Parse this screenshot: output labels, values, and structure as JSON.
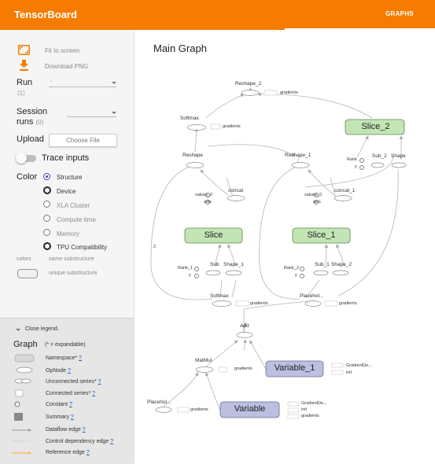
{
  "header": {
    "app_title": "TensorBoard",
    "tab_graphs": "GRAPHS"
  },
  "sidebar": {
    "fit_to_screen": "Fit to screen",
    "download_png": "Download PNG",
    "run_label": "Run",
    "run_count": "(1)",
    "run_value": ".",
    "session_runs_label_1": "Session",
    "session_runs_label_2": "runs",
    "session_runs_count": "(0)",
    "upload_label": "Upload",
    "choose_file": "Choose File",
    "trace_inputs": "Trace inputs",
    "color_label": "Color",
    "color_options": [
      "Structure",
      "Device",
      "XLA Cluster",
      "Compute time",
      "Memory",
      "TPU Compatibility"
    ],
    "color_selected": "Structure",
    "colors_label": "colors",
    "same_substructure": "same substructure",
    "unique_substructure": "unique substructure"
  },
  "legend": {
    "close_legend": "Close legend.",
    "graph_label": "Graph",
    "expandable_note": "(* = expandable)",
    "items": [
      {
        "label": "Namespace*",
        "link": "?"
      },
      {
        "label": "OpNode",
        "link": "?"
      },
      {
        "label": "Unconnected series*",
        "link": "?"
      },
      {
        "label": "Connected series*",
        "link": "?"
      },
      {
        "label": "Constant",
        "link": "?"
      },
      {
        "label": "Summary",
        "link": "?"
      },
      {
        "label": "Dataflow edge",
        "link": "?"
      },
      {
        "label": "Control dependency edge",
        "link": "?"
      },
      {
        "label": "Reference edge",
        "link": "?"
      }
    ]
  },
  "graph": {
    "title": "Main Graph",
    "nodes": {
      "reshape_2": "Reshape_2",
      "gradients": "gradients",
      "softmax_top": "Softmax",
      "slice_2": "Slice_2",
      "reshape": "Reshape",
      "reshape_1": "Reshape_1",
      "rank": "Rank",
      "y": "y",
      "sub_2": "Sub_2",
      "shape": "Shape",
      "values_0": "values_0",
      "axis": "axis",
      "concat": "concat",
      "concat_1": "concat_1",
      "slice": "Slice",
      "slice_1": "Slice_1",
      "rank_1": "Rank_1",
      "sub": "Sub",
      "shape_1": "Shape_1",
      "rank_2": "Rank_2",
      "sub_1": "Sub_1",
      "shape_2": "Shape_2",
      "softmax_mid": "Softmax",
      "placeholder_mid": "Placehol...",
      "add": "Add",
      "matmul": "MatMul",
      "variable_1": "Variable_1",
      "gradient_de": "GradientDe...",
      "init": "init",
      "placeholder_bot": "Placehol...",
      "variable": "Variable",
      "num_2": "2"
    }
  },
  "colors": {
    "accent": "#f57c00",
    "namespace_green": "#c3e5b6",
    "variable_purple": "#bbbfe0",
    "radio_selected": "#5e35b1"
  }
}
